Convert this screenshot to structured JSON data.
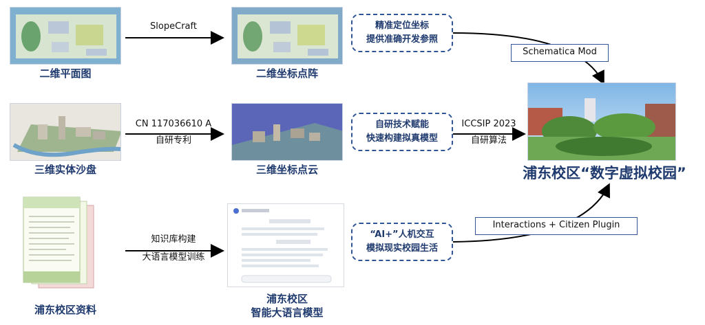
{
  "nodes": {
    "plan2d": "二维平面图",
    "grid2d": "二维坐标点阵",
    "sandbox3d": "三维实体沙盘",
    "cloud3d": "三维坐标点云",
    "docs": "浦东校区资料",
    "llm_line1": "浦东校区",
    "llm_line2": "智能大语言模型",
    "campus_title": "浦东校区“数字虚拟校园”"
  },
  "edges": {
    "slopecraft": "SlopeCraft",
    "patent_line1": "CN 117036610 A",
    "patent_line2": "自研专利",
    "knowledge_line1": "知识库构建",
    "knowledge_line2": "大语言模型训练",
    "iccsip_line1": "ICCSIP 2023",
    "iccsip_line2": "自研算法",
    "schematica": "Schematica Mod",
    "interactions": "Interactions + Citizen Plugin"
  },
  "callouts": {
    "c1_line1": "精准定位坐标",
    "c1_line2": "提供准确开发参照",
    "c2_line1": "自研技术赋能",
    "c2_line2": "快速构建拟真模型",
    "c3_line1": "“AI+”人机交互",
    "c3_line2": "模拟现实校园生活"
  },
  "colors": {
    "label": "#1f3a6e",
    "border": "#2f5597",
    "arrow": "#000000"
  }
}
